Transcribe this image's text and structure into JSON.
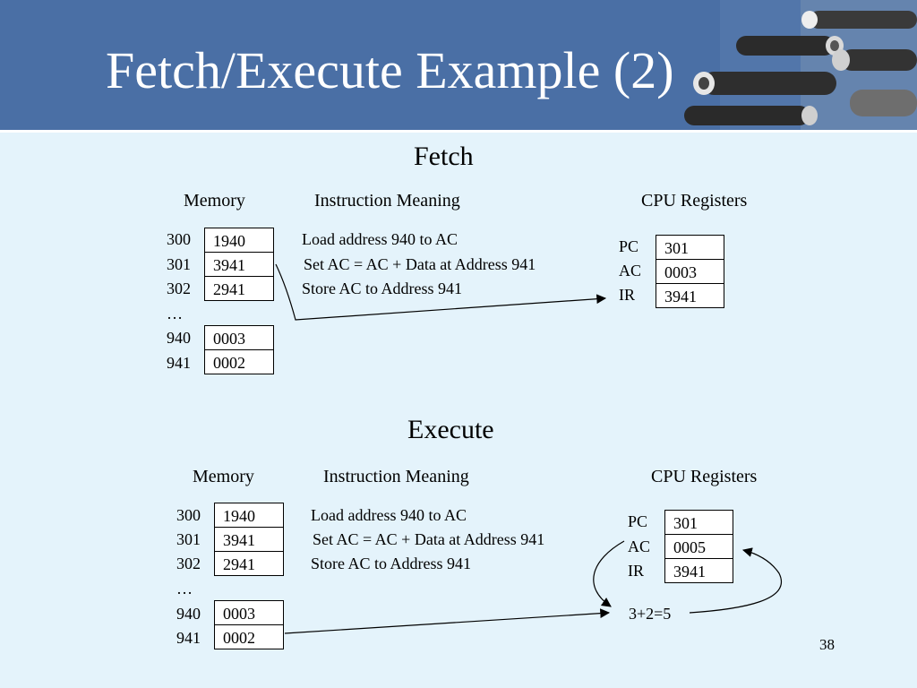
{
  "slide": {
    "title": "Fetch/Execute Example (2)",
    "page_number": "38"
  },
  "fetch": {
    "heading": "Fetch",
    "col_memory": "Memory",
    "col_meaning": "Instruction Meaning",
    "col_registers": "CPU Registers",
    "memory": [
      {
        "address": "300",
        "value": "1940",
        "meaning": "Load address 940 to AC"
      },
      {
        "address": "301",
        "value": "3941",
        "meaning": "Set AC = AC + Data at Address 941"
      },
      {
        "address": "302",
        "value": "2941",
        "meaning": "Store AC to Address 941"
      },
      {
        "address": "…"
      },
      {
        "address": "940",
        "value": "0003"
      },
      {
        "address": "941",
        "value": "0002"
      }
    ],
    "registers": [
      {
        "name": "PC",
        "value": "301"
      },
      {
        "name": "AC",
        "value": "0003"
      },
      {
        "name": "IR",
        "value": "3941"
      }
    ]
  },
  "execute": {
    "heading": "Execute",
    "col_memory": "Memory",
    "col_meaning": "Instruction Meaning",
    "col_registers": "CPU Registers",
    "memory": [
      {
        "address": "300",
        "value": "1940",
        "meaning": "Load address 940 to AC"
      },
      {
        "address": "301",
        "value": "3941",
        "meaning": "Set AC = AC + Data at Address 941"
      },
      {
        "address": "302",
        "value": "2941",
        "meaning": "Store AC to Address 941"
      },
      {
        "address": "…"
      },
      {
        "address": "940",
        "value": "0003"
      },
      {
        "address": "941",
        "value": "0002"
      }
    ],
    "registers": [
      {
        "name": "PC",
        "value": "301"
      },
      {
        "name": "AC",
        "value": "0005"
      },
      {
        "name": "IR",
        "value": "3941"
      }
    ],
    "calculation": "3+2=5"
  },
  "colors": {
    "header_bg": "#4a6fa5",
    "slide_bg": "#e4f3fb",
    "box_bg": "#ffffff"
  }
}
